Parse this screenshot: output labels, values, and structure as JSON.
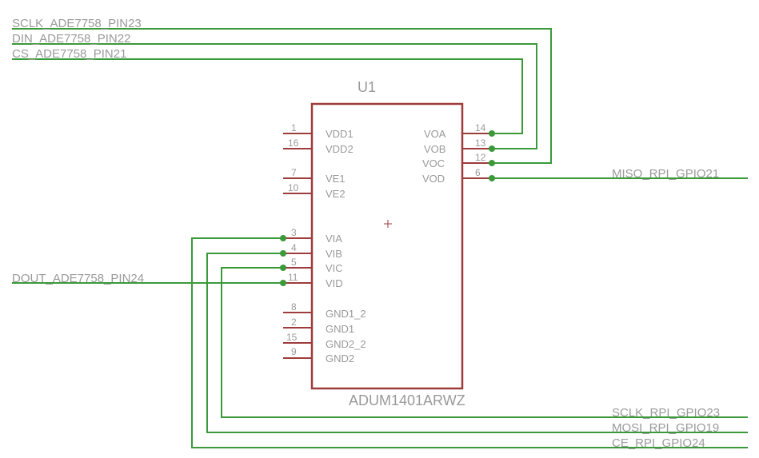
{
  "part": {
    "designator": "U1",
    "value": "ADUM1401ARWZ"
  },
  "pins": {
    "p1": {
      "num": "1",
      "name": "VDD1"
    },
    "p16": {
      "num": "16",
      "name": "VDD2"
    },
    "p7": {
      "num": "7",
      "name": "VE1"
    },
    "p10": {
      "num": "10",
      "name": "VE2"
    },
    "p3": {
      "num": "3",
      "name": "VIA"
    },
    "p4": {
      "num": "4",
      "name": "VIB"
    },
    "p5": {
      "num": "5",
      "name": "VIC"
    },
    "p11": {
      "num": "11",
      "name": "VID"
    },
    "p8": {
      "num": "8",
      "name": "GND1_2"
    },
    "p2": {
      "num": "2",
      "name": "GND1"
    },
    "p15": {
      "num": "15",
      "name": "GND2_2"
    },
    "p9": {
      "num": "9",
      "name": "GND2"
    },
    "p14": {
      "num": "14",
      "name": "VOA"
    },
    "p13": {
      "num": "13",
      "name": "VOB"
    },
    "p12": {
      "num": "12",
      "name": "VOC"
    },
    "p6": {
      "num": "6",
      "name": "VOD"
    }
  },
  "nets": {
    "sclk_ade": "SCLK_ADE7758_PIN23",
    "din_ade": "DIN_ADE7758_PIN22",
    "cs_ade": "CS_ADE7758_PIN21",
    "dout_ade": "DOUT_ADE7758_PIN24",
    "miso_rpi": "MISO_RPI_GPIO21",
    "sclk_rpi": "SCLK_RPI_GPIO23",
    "mosi_rpi": "MOSI_RPI_GPIO19",
    "ce_rpi": "CE_RPI_GPIO24"
  },
  "colors": {
    "wire": "#3a9a3a",
    "symbol": "#9e3b3b",
    "text": "#9a9a9a"
  }
}
